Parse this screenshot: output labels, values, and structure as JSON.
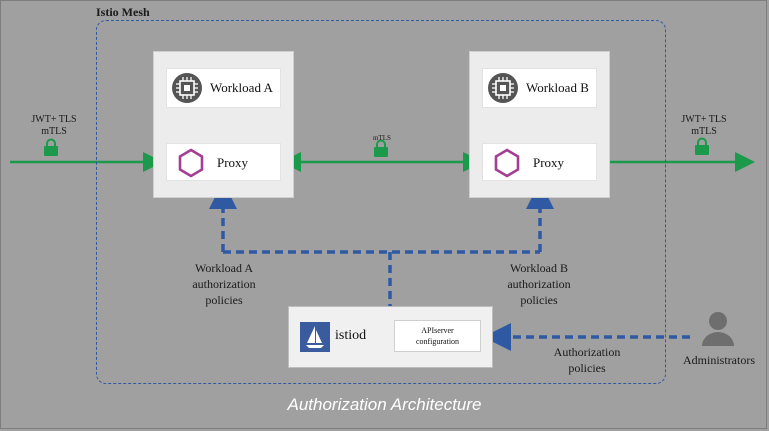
{
  "mesh_label": "Istio Mesh",
  "workload_a": {
    "label": "Workload A"
  },
  "workload_b": {
    "label": "Workload B"
  },
  "proxy_a": {
    "label": "Proxy"
  },
  "proxy_b": {
    "label": "Proxy"
  },
  "ingress": {
    "line1": "JWT+ TLS",
    "line2": "mTLS"
  },
  "egress": {
    "line1": "JWT+ TLS",
    "line2": "mTLS"
  },
  "middle_link": {
    "label": "mTLS"
  },
  "policies_a": {
    "line1": "Workload A",
    "line2": "authorization",
    "line3": "policies"
  },
  "policies_b": {
    "line1": "Workload B",
    "line2": "authorization",
    "line3": "policies"
  },
  "istiod": {
    "label": "istiod",
    "api_line1": "APIserver",
    "api_line2": "configuration"
  },
  "admin": {
    "label": "Administrators",
    "policies_line1": "Authorization",
    "policies_line2": "policies"
  },
  "footer": "Authorization Architecture",
  "colors": {
    "green": "#1a9a4a",
    "blue_dash": "#2f5aa3",
    "proxy_purple": "#a43e93",
    "chip_gray": "#555555",
    "istio_blue": "#3a5b9e"
  },
  "icons": [
    "chip-icon",
    "hexagon-proxy-icon",
    "lock-icon",
    "istio-sail-icon",
    "person-icon"
  ]
}
